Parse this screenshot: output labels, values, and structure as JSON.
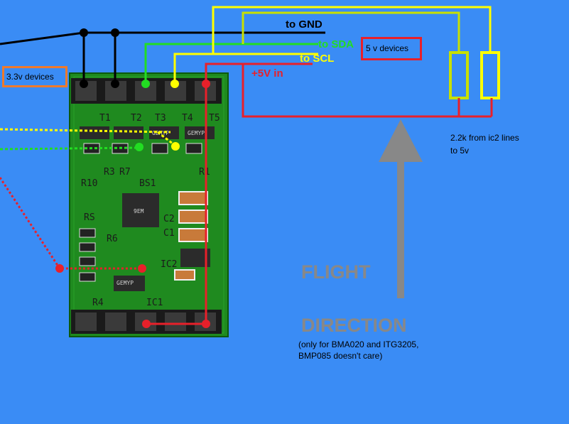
{
  "labels": {
    "gnd": "to GND",
    "sda": "to SDA",
    "scl": "to SCL",
    "v5in": "+5V in",
    "dev5": "5 v devices",
    "dev33": "3.3v devices",
    "pullup_line1": "2.2k from ic2 lines",
    "pullup_line2": "to 5v",
    "flight": "FLIGHT",
    "direction": "DIRECTION",
    "note_line1": "(only for BMA020 and ITG3205,",
    "note_line2": "BMP085 doesn't care)"
  },
  "board_silk": {
    "t1": "T1",
    "t2": "T2",
    "t3": "T3",
    "t4": "T4",
    "t5": "T5",
    "r1": "R1",
    "r3": "R3",
    "r4": "R4",
    "r6": "R6",
    "r7": "R7",
    "r10": "R10",
    "rs": "RS",
    "bs1": "BS1",
    "c1": "C1",
    "c2": "C2",
    "ic1": "IC1",
    "ic2": "IC2",
    "chip": "9EM",
    "marking": "GEMYP"
  },
  "colors": {
    "background": "#3a8cf5",
    "pcb": "#1f8a1f",
    "gnd_wire": "#000000",
    "sda_wire": "#22dd22",
    "scl_wire": "#ffff00",
    "v5_wire": "#e8202a",
    "dev5_box": "#e8202a",
    "dev33_box": "#f07a2a",
    "pullup_green": "#c8e000",
    "pullup_yellow": "#ffff00",
    "arrow": "#888888"
  }
}
